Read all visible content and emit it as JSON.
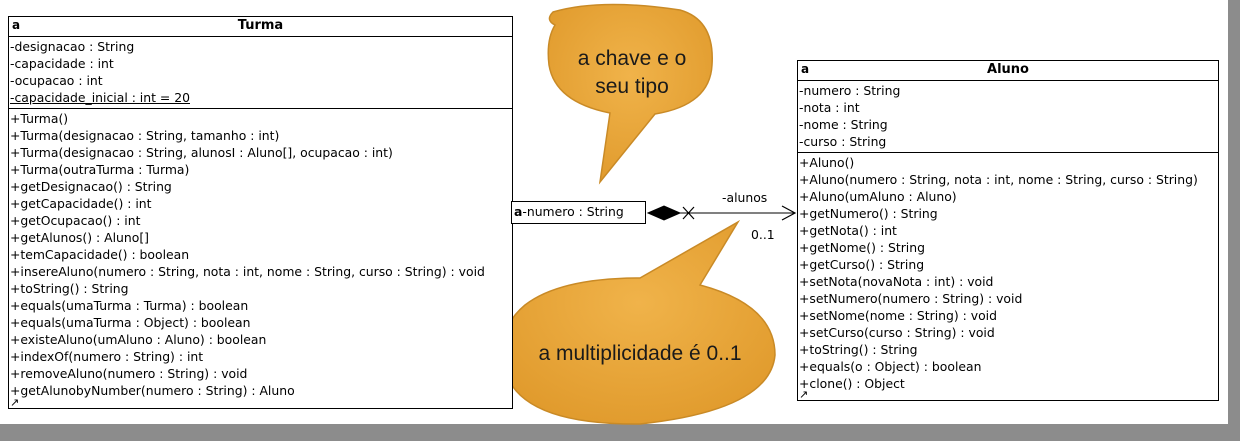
{
  "turma": {
    "tag": "a",
    "name": "Turma",
    "attributes": [
      {
        "text": "-designacao : String",
        "static": false
      },
      {
        "text": "-capacidade : int",
        "static": false
      },
      {
        "text": "-ocupacao : int",
        "static": false
      },
      {
        "text": "-capacidade_inicial : int = 20",
        "static": true
      }
    ],
    "operations": [
      "+Turma()",
      "+Turma(designacao : String, tamanho : int)",
      "+Turma(designacao : String, alunosI : Aluno[], ocupacao : int)",
      "+Turma(outraTurma : Turma)",
      "+getDesignacao() : String",
      "+getCapacidade() : int",
      "+getOcupacao() : int",
      "+getAlunos() : Aluno[]",
      "+temCapacidade() : boolean",
      "+insereAluno(numero : String, nota : int, nome : String, curso : String) : void",
      "+toString() : String",
      "+equals(umaTurma : Turma) : boolean",
      "+equals(umaTurma : Object) : boolean",
      "+existeAluno(umAluno : Aluno) : boolean",
      "+indexOf(numero : String) : int",
      "+removeAluno(numero : String) : void",
      "+getAlunobyNumber(numero : String) : Aluno"
    ]
  },
  "aluno": {
    "tag": "a",
    "name": "Aluno",
    "attributes": [
      "-numero : String",
      "-nota : int",
      "-nome : String",
      "-curso : String"
    ],
    "operations": [
      "+Aluno()",
      "+Aluno(numero : String, nota : int, nome : String, curso : String)",
      "+Aluno(umAluno : Aluno)",
      "+getNumero() : String",
      "+getNota() : int",
      "+getNome() : String",
      "+getCurso() : String",
      "+setNota(novaNota : int) : void",
      "+setNumero(numero : String) : void",
      "+setNome(nome : String) : void",
      "+setCurso(curso : String) : void",
      "+toString() : String",
      "+equals(o : Object) : boolean",
      "+clone() : Object"
    ]
  },
  "qualifier": {
    "tag": "a",
    "text": "-numero : String"
  },
  "association": {
    "role": "-alunos",
    "multiplicity": "0..1"
  },
  "callouts": {
    "top_line1": "a chave e o",
    "top_line2": "seu tipo",
    "bottom": "a multiplicidade é 0..1"
  },
  "colors": {
    "callout_fill": "#e8a53a",
    "callout_stroke": "#c98a26",
    "frame": "#8c8c8c"
  }
}
